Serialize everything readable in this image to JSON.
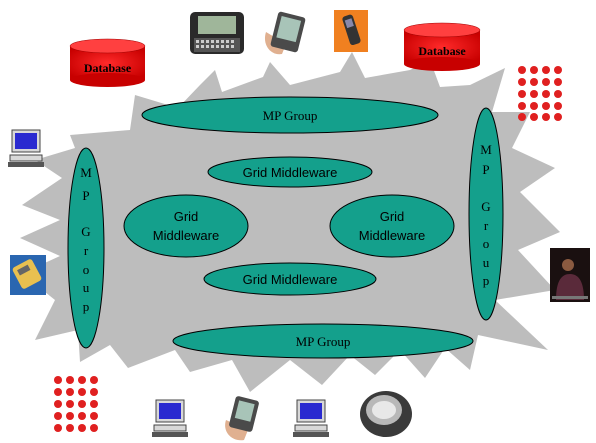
{
  "diagram": {
    "mp_group_top": "MP Group",
    "mp_group_bottom": "MP Group",
    "mp_group_left": [
      "M",
      "P",
      "G",
      "r",
      "o",
      "u",
      "p"
    ],
    "mp_group_right": [
      "M",
      "P",
      "G",
      "r",
      "o",
      "u",
      "p"
    ],
    "middleware_top": "Grid Middleware",
    "middleware_bottom": "Grid Middleware",
    "middleware_left": [
      "Grid",
      "Middleware"
    ],
    "middleware_right": [
      "Grid",
      "Middleware"
    ],
    "database_left": "Database",
    "database_right": "Database"
  },
  "colors": {
    "cloud": "#bdbdbd",
    "ellipse_fill": "#14a08c",
    "ellipse_stroke": "#000000",
    "database_fill": "#e00000",
    "database_text": "#000000",
    "grid_dot": "#e02020"
  },
  "icons": [
    "pda-keyboard-icon",
    "palm-pda-icon",
    "mobile-phone-icon",
    "desktop-computer-icon",
    "phone-handset-icon",
    "person-photo-icon",
    "ring-device-icon",
    "dot-grid-icon"
  ]
}
